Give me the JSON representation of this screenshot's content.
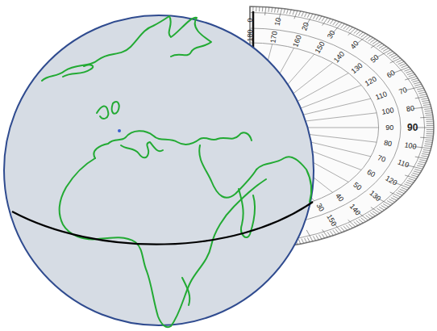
{
  "diagram": {
    "labels": [
      "0",
      "10",
      "20",
      "30",
      "40",
      "50",
      "60",
      "70",
      "80",
      "90",
      "100",
      "110",
      "120",
      "130",
      "140",
      "150",
      "180",
      "170",
      "160",
      "150",
      "140",
      "130",
      "120",
      "110",
      "100",
      "90",
      "80",
      "70",
      "60",
      "50",
      "40",
      "30"
    ]
  }
}
